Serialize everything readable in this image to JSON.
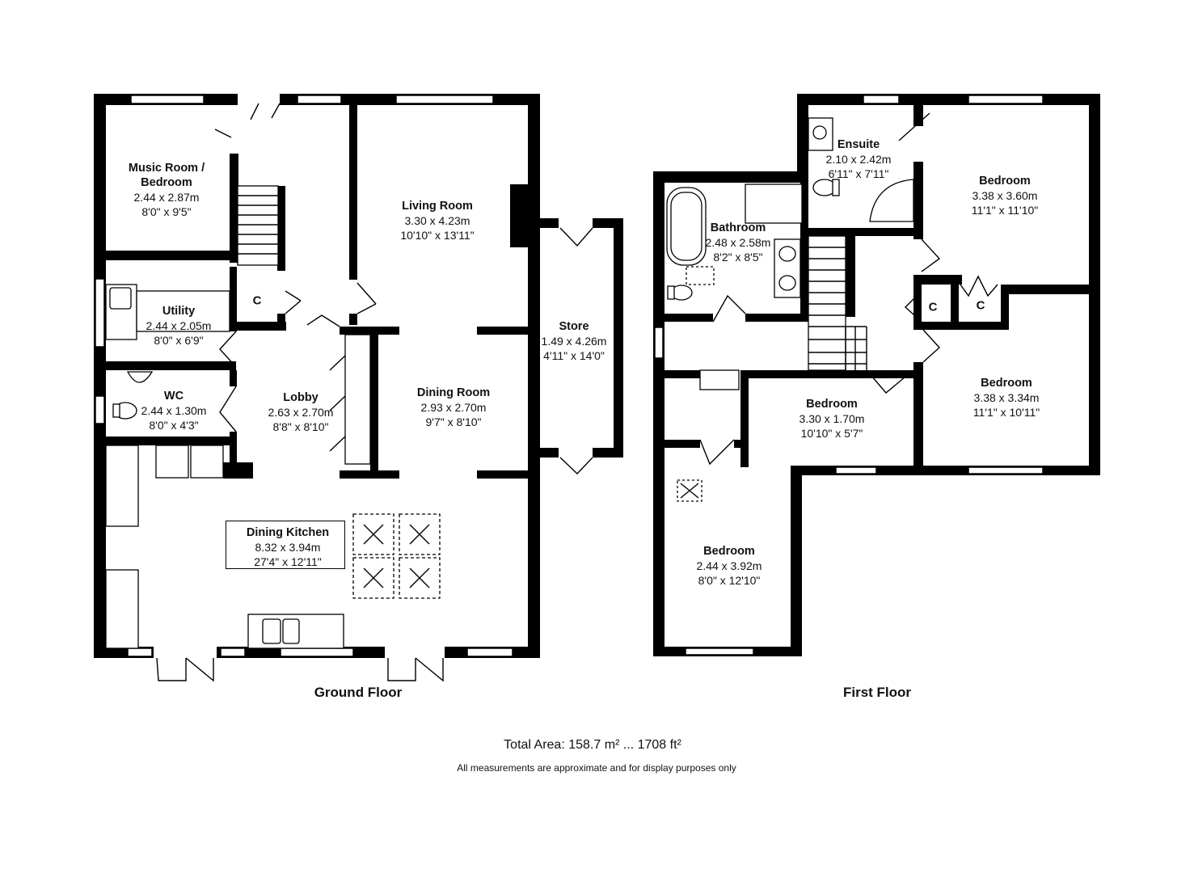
{
  "rooms": {
    "music": {
      "name1": "Music Room /",
      "name2": "Bedroom",
      "metric": "2.44 x 2.87m",
      "imperial": "8'0\" x 9'5\""
    },
    "living": {
      "name": "Living Room",
      "metric": "3.30 x 4.23m",
      "imperial": "10'10\" x 13'11\""
    },
    "utility": {
      "name": "Utility",
      "metric": "2.44 x 2.05m",
      "imperial": "8'0\" x 6'9\""
    },
    "store": {
      "name": "Store",
      "metric": "1.49 x 4.26m",
      "imperial": "4'11\" x 14'0\""
    },
    "wc": {
      "name": "WC",
      "metric": "2.44 x 1.30m",
      "imperial": "8'0\" x 4'3\""
    },
    "lobby": {
      "name": "Lobby",
      "metric": "2.63 x 2.70m",
      "imperial": "8'8\" x 8'10\""
    },
    "dining": {
      "name": "Dining Room",
      "metric": "2.93 x 2.70m",
      "imperial": "9'7\" x 8'10\""
    },
    "kitchen": {
      "name": "Dining Kitchen",
      "metric": "8.32 x 3.94m",
      "imperial": "27'4\" x 12'11\""
    },
    "ensuite": {
      "name": "Ensuite",
      "metric": "2.10 x 2.42m",
      "imperial": "6'11\" x 7'11\""
    },
    "bed1": {
      "name": "Bedroom",
      "metric": "3.38 x 3.60m",
      "imperial": "11'1\" x 11'10\""
    },
    "bath": {
      "name": "Bathroom",
      "metric": "2.48 x 2.58m",
      "imperial": "8'2\" x 8'5\""
    },
    "bed2": {
      "name": "Bedroom",
      "metric": "3.38 x 3.34m",
      "imperial": "11'1\" x 10'11\""
    },
    "bed3": {
      "name": "Bedroom",
      "metric": "3.30 x 1.70m",
      "imperial": "10'10\" x 5'7\""
    },
    "bed4": {
      "name": "Bedroom",
      "metric": "2.44 x 3.92m",
      "imperial": "8'0\" x 12'10\""
    }
  },
  "cupboard_label": "C",
  "floors": {
    "ground": "Ground Floor",
    "first": "First Floor"
  },
  "total_area": "Total Area: 158.7 m² ... 1708 ft²",
  "disclaimer": "All measurements are approximate and for display purposes only"
}
